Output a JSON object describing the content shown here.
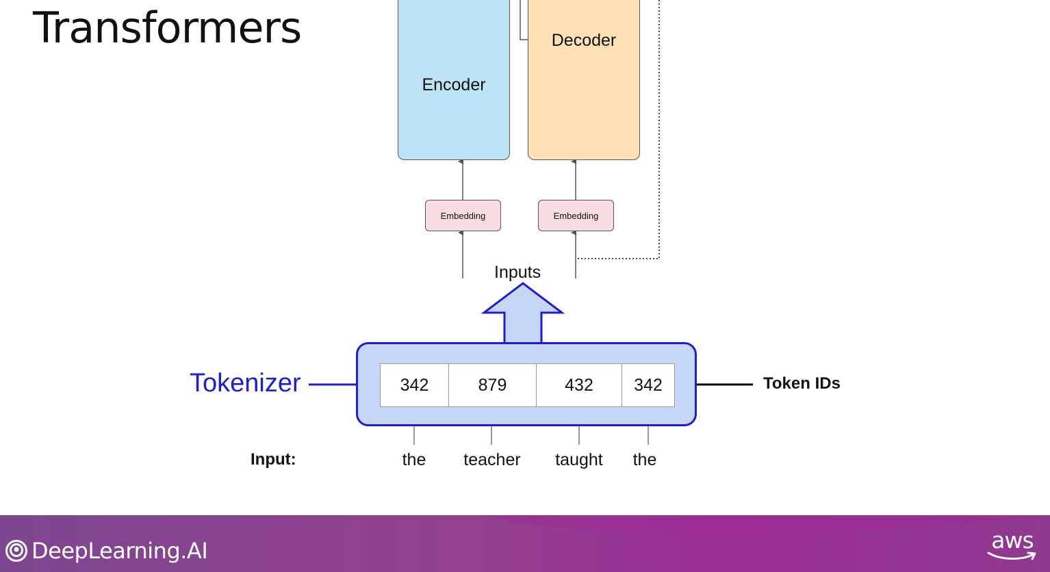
{
  "slide": {
    "title": "Transformers"
  },
  "diagram": {
    "encoder_label": "Encoder",
    "decoder_label": "Decoder",
    "embedding_labels": [
      "Embedding",
      "Embedding"
    ],
    "inputs_label": "Inputs",
    "tokenizer_label": "Tokenizer",
    "token_ids_label": "Token IDs",
    "input_label": "Input:",
    "token_ids": [
      "342",
      "879",
      "432",
      "342"
    ],
    "input_words": [
      "the",
      "teacher",
      "taught",
      "the"
    ],
    "colors": {
      "encoder": "#bce3f6",
      "decoder": "#fde0b4",
      "embedding": "#f9dcdf",
      "tokenizer_fill": "#c6d6f6",
      "tokenizer_accent": "#1f1bde"
    }
  },
  "footer": {
    "brand": "DeepLearning.AI",
    "brand_icon": "deeplearning-logo-icon",
    "partner": "aws",
    "partner_icon": "aws-smile-icon"
  }
}
